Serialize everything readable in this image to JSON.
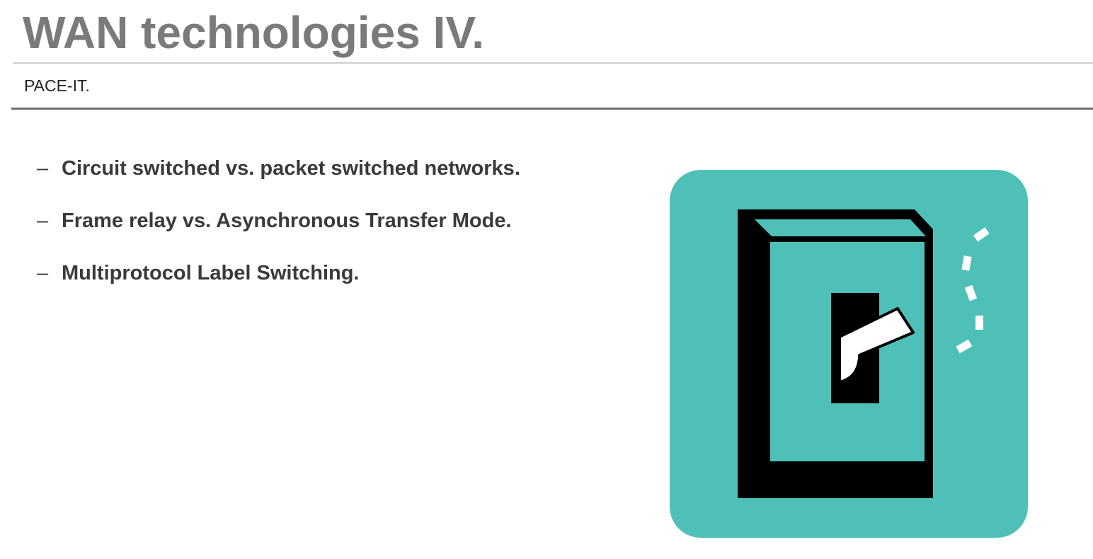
{
  "slide": {
    "title": "WAN technologies IV.",
    "subtitle": "PACE-IT.",
    "bullets": [
      {
        "dash": "–",
        "text": "Circuit switched vs. packet switched networks."
      },
      {
        "dash": "–",
        "text": "Frame relay vs. Asynchronous Transfer Mode."
      },
      {
        "dash": "–",
        "text": "Multiprotocol Label Switching."
      }
    ]
  },
  "colors": {
    "title": "#7a7a7a",
    "body_text": "#3a3a3a",
    "icon_background": "#4fc0b8",
    "icon_ink": "#000000",
    "icon_highlight": "#ffffff"
  },
  "icons": {
    "clipart": "electrical-switch-box-icon"
  }
}
